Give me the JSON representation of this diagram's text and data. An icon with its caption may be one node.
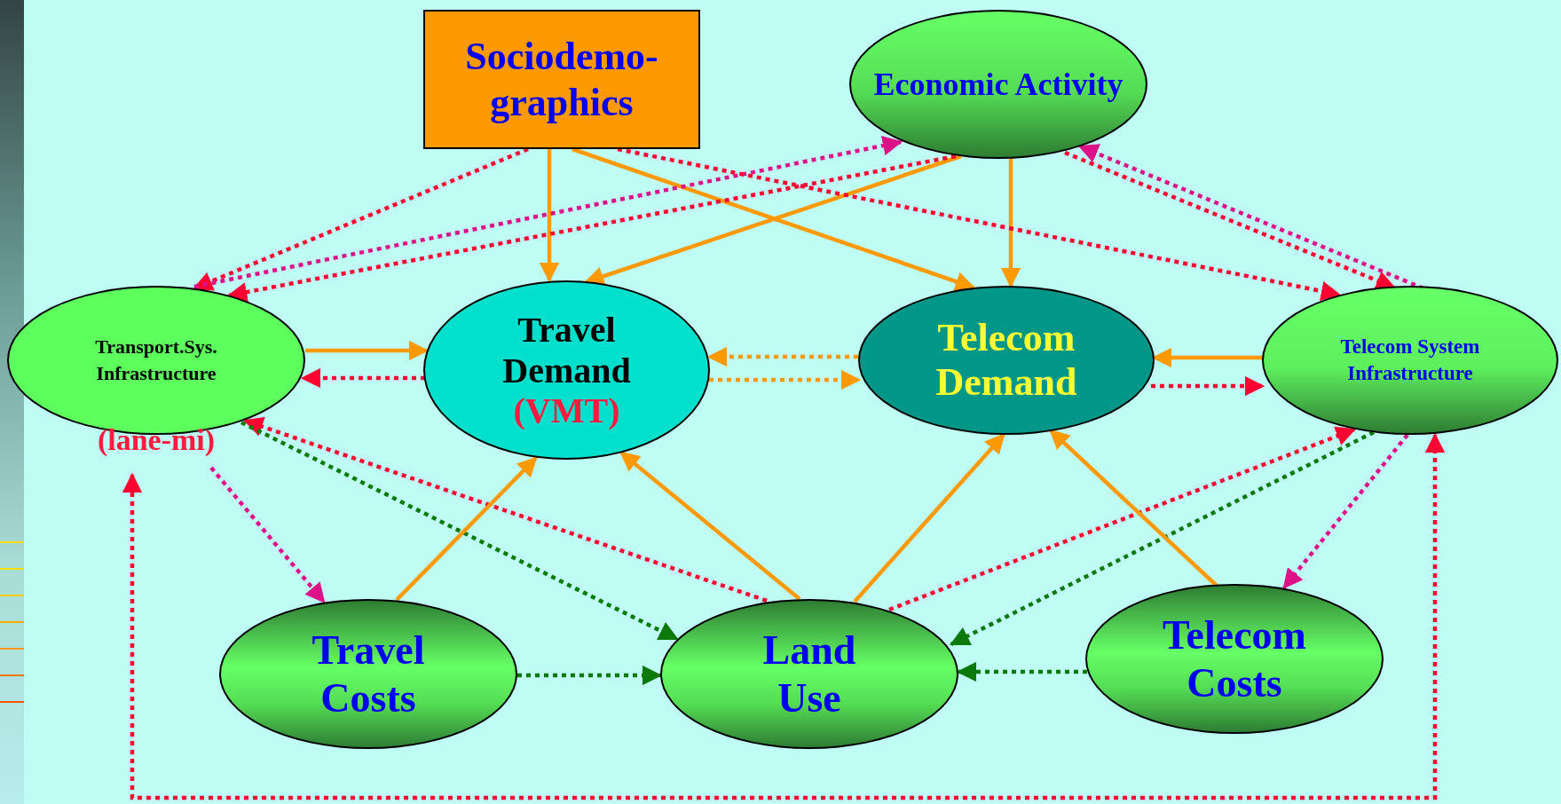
{
  "diagram": {
    "nodes": [
      {
        "text": [
          "Sociodemo-graphics"
        ]
      },
      {
        "text": [
          "Economic Activity"
        ]
      },
      {
        "text": [
          "Transport.Sys. Infrastructure",
          "(lane-mi)"
        ]
      },
      {
        "text": [
          "Travel Demand",
          "(VMT)"
        ]
      },
      {
        "text": [
          "Telecom Demand"
        ]
      },
      {
        "text": [
          "Telecom System Infrastructure"
        ]
      },
      {
        "text": [
          "Travel Costs"
        ]
      },
      {
        "text": [
          "Land Use"
        ]
      },
      {
        "text": [
          "Telecom Costs"
        ]
      }
    ],
    "edges": [
      {
        "from": 0,
        "to": 3,
        "arrow": "to"
      },
      {
        "from": 0,
        "to": 4,
        "arrow": "to"
      },
      {
        "from": 1,
        "to": 3,
        "arrow": "to"
      },
      {
        "from": 1,
        "to": 4,
        "arrow": "to"
      },
      {
        "from": 2,
        "to": 3,
        "arrow": "to"
      },
      {
        "from": 3,
        "to": 2,
        "arrow": "to",
        "style": "dashed",
        "color": "#ff0033"
      },
      {
        "from": 4,
        "to": 3,
        "arrow": "to",
        "style": "dashed"
      },
      {
        "from": 3,
        "to": 4,
        "arrow": "to",
        "style": "dashed"
      },
      {
        "from": 5,
        "to": 4,
        "arrow": "to"
      },
      {
        "from": 4,
        "to": 5,
        "arrow": "to",
        "style": "dashed",
        "color": "#ff0033"
      },
      {
        "from": 0,
        "to": 2,
        "arrow": "to",
        "style": "dashed",
        "color": "#ff0033"
      },
      {
        "from": 2,
        "to": 1,
        "arrow": "to",
        "style": "dashed",
        "color": "#dd1188"
      },
      {
        "from": 1,
        "to": 2,
        "arrow": "to",
        "style": "dashed",
        "color": "#ff0033"
      },
      {
        "from": 0,
        "to": 5,
        "arrow": "to",
        "style": "dashed",
        "color": "#ff0033"
      },
      {
        "from": 1,
        "to": 5,
        "arrow": "to",
        "style": "dashed",
        "color": "#ff0033"
      },
      {
        "from": 5,
        "to": 1,
        "arrow": "to",
        "style": "dashed",
        "color": "#dd1188"
      },
      {
        "from": 7,
        "to": 2,
        "arrow": "to",
        "style": "dashed",
        "color": "#ff0033"
      },
      {
        "from": 7,
        "to": 5,
        "arrow": "to",
        "style": "dashed",
        "color": "#ff0033"
      },
      {
        "from": 2,
        "to": 6,
        "arrow": "to",
        "style": "dashed",
        "color": "#dd1188"
      },
      {
        "from": 5,
        "to": 8,
        "arrow": "to",
        "style": "dashed",
        "color": "#dd1188"
      },
      {
        "from": 2,
        "to": 7,
        "arrow": "to",
        "style": "dashed",
        "color": "#0b7a0b"
      },
      {
        "from": 5,
        "to": 7,
        "arrow": "to",
        "style": "dashed",
        "color": "#0b7a0b"
      },
      {
        "from": 6,
        "to": 7,
        "arrow": "to",
        "style": "dashed",
        "color": "#0b7a0b"
      },
      {
        "from": 8,
        "to": 7,
        "arrow": "to",
        "style": "dashed",
        "color": "#0b7a0b"
      },
      {
        "from": 6,
        "to": 3,
        "arrow": "to"
      },
      {
        "from": 7,
        "to": 3,
        "arrow": "to"
      },
      {
        "from": 7,
        "to": 4,
        "arrow": "to"
      },
      {
        "from": 8,
        "to": 4,
        "arrow": "to"
      },
      {
        "from": 2,
        "to": 5,
        "arrow": "both",
        "style": "dashed",
        "color": "#ff0033"
      }
    ]
  }
}
